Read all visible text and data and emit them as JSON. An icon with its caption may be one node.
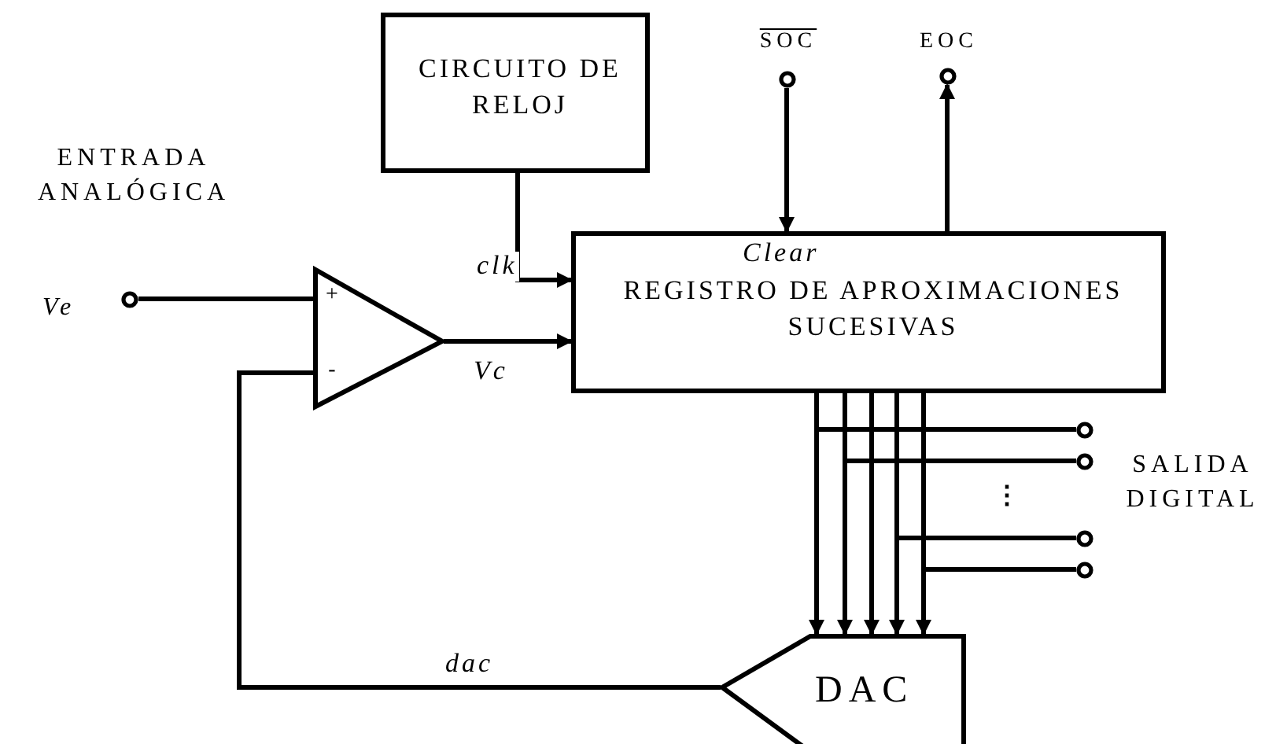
{
  "diagram": {
    "nodes": [
      {
        "text": [
          "CIRCUITO DE RELOJ"
        ]
      },
      {
        "text": [
          "Clear",
          "REGISTRO DE APROXIMACIONES SUCESIVAS"
        ]
      },
      {
        "text": [
          "+",
          "-"
        ]
      },
      {
        "text": [],
        "shape": "circle",
        "beside": [
          "ENTRADA ANALÓGICA",
          "Ve"
        ]
      },
      {
        "text": [],
        "shape": "circle",
        "beside": [
          "SOC"
        ]
      },
      {
        "text": [],
        "shape": "circle",
        "beside": [
          "EOC"
        ]
      },
      {
        "text": [],
        "shape": "circle"
      },
      {
        "text": [],
        "shape": "circle"
      },
      {
        "text": [],
        "shape": "circle"
      },
      {
        "text": [],
        "shape": "circle"
      },
      {
        "text": [
          "DAC"
        ]
      }
    ],
    "edges": [
      {
        "from": 0,
        "to": 1,
        "arrow": "to",
        "label": "clk"
      },
      {
        "from": 3,
        "to": 2,
        "arrow": "none"
      },
      {
        "from": 2,
        "to": 1,
        "arrow": "to",
        "label": "Vc"
      },
      {
        "from": 4,
        "to": 1,
        "arrow": "to"
      },
      {
        "from": 1,
        "to": 5,
        "arrow": "to"
      },
      {
        "from": 1,
        "to": 10,
        "arrow": "to"
      },
      {
        "from": 1,
        "to": 10,
        "arrow": "to"
      },
      {
        "from": 1,
        "to": 10,
        "arrow": "to"
      },
      {
        "from": 1,
        "to": 10,
        "arrow": "to"
      },
      {
        "from": 1,
        "to": 10,
        "arrow": "to"
      },
      {
        "from": 1,
        "to": 6,
        "arrow": "none"
      },
      {
        "from": 1,
        "to": 7,
        "arrow": "none"
      },
      {
        "from": 1,
        "to": 8,
        "arrow": "none"
      },
      {
        "from": 1,
        "to": 9,
        "arrow": "none"
      },
      {
        "from": 10,
        "to": 2,
        "arrow": "none",
        "label": "dac"
      }
    ],
    "labels": [
      "⋮",
      "SALIDA DIGITAL"
    ]
  }
}
